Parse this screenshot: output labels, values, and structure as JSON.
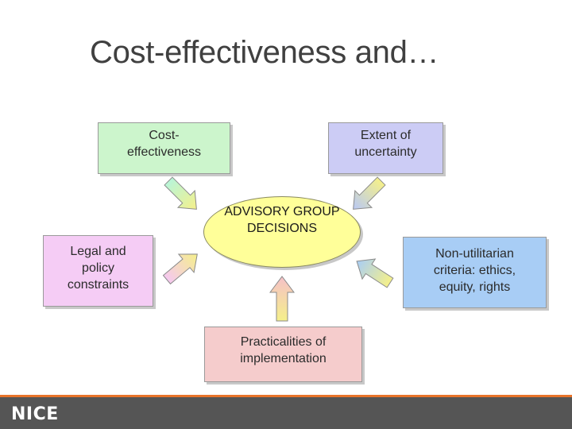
{
  "title": "Cost-effectiveness and…",
  "center": {
    "label": "ADVISORY GROUP\nDECISIONS"
  },
  "factors": {
    "cost_effectiveness": "Cost-\neffectiveness",
    "uncertainty": "Extent of\nuncertainty",
    "legal": "Legal and\npolicy\nconstraints",
    "non_utilitarian": "Non-utilitarian\ncriteria: ethics,\nequity, rights",
    "practicalities": "Practicalities of\nimplementation"
  },
  "footer": {
    "logo": "NICE"
  },
  "colors": {
    "cost_box": "#ccf5cc",
    "uncertainty_box": "#ccccf5",
    "legal_box": "#f5ccf5",
    "non_utilitarian_box": "#a8cdf5",
    "practicalities_box": "#f5cccc",
    "center_ellipse": "#ffff99",
    "footer_bar": "#555555",
    "footer_accent": "#e8742a"
  }
}
